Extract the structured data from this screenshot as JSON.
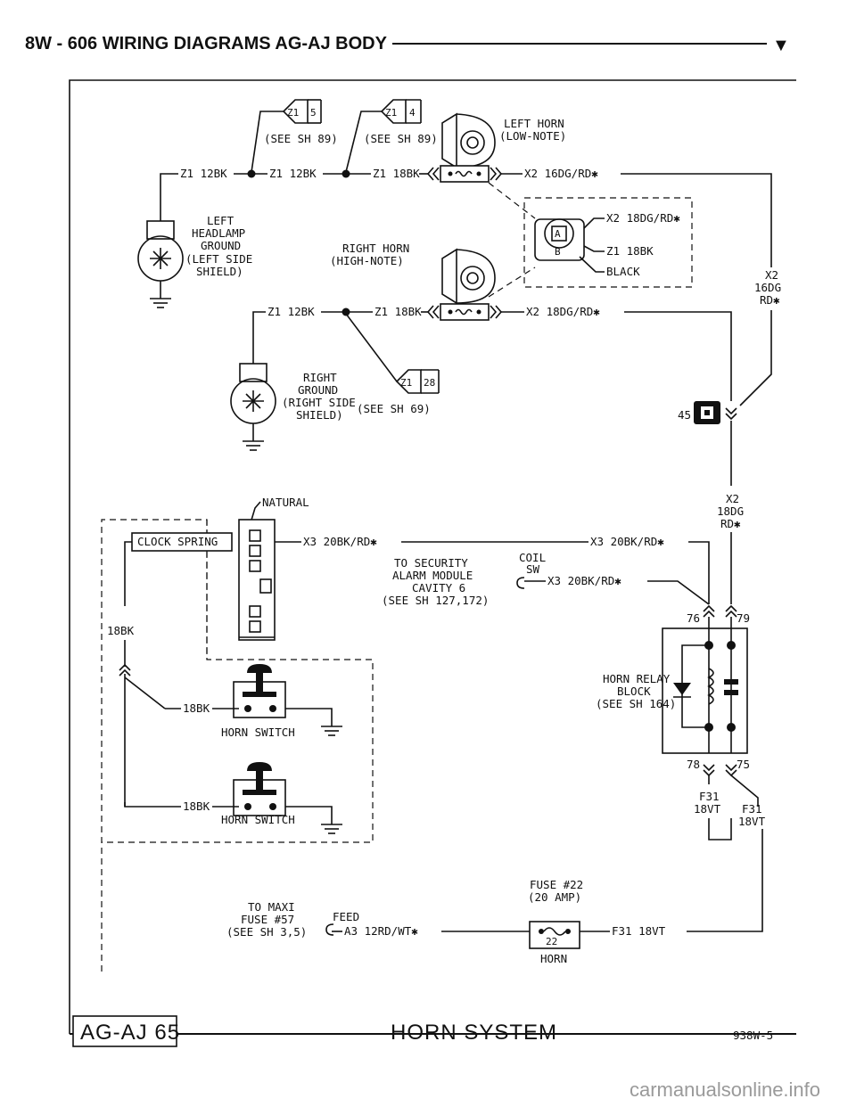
{
  "header": {
    "title": "8W - 606   WIRING DIAGRAMS AG-AJ BODY",
    "marker": "▼"
  },
  "left_horn": {
    "label": "LEFT HORN",
    "sub": "(LOW-NOTE)"
  },
  "right_horn": {
    "label": "RIGHT HORN",
    "sub": "(HIGH-NOTE)"
  },
  "splice_z1_5": {
    "code": "Z1",
    "num": "5",
    "ref": "(SEE SH 89)"
  },
  "splice_z1_4": {
    "code": "Z1",
    "num": "4",
    "ref": "(SEE SH 89)"
  },
  "splice_z1_28": {
    "code": "Z1",
    "num": "28",
    "ref": "(SEE SH 69)"
  },
  "wires": {
    "z1_12bk": "Z1 12BK",
    "z1_18bk": "Z1 18BK",
    "x2_16dg": "X2 16DG/RD✱",
    "x2_18dg": "X2 18DG/RD✱",
    "x3_20bk": "X3 20BK/RD✱",
    "a3_12rd": "A3 12RD/WT✱",
    "f31_18vt": "F31 18VT",
    "bk18": "18BK"
  },
  "connector_detail": {
    "x2": "X2 18DG/RD✱",
    "z1": "Z1 18BK",
    "color": "BLACK"
  },
  "left_ground": {
    "l1": "LEFT",
    "l2": "HEADLAMP",
    "l3": "GROUND",
    "l4": "(LEFT SIDE",
    "l5": "SHIELD)"
  },
  "right_ground": {
    "l1": "RIGHT",
    "l2": "GROUND",
    "l3": "(RIGHT SIDE",
    "l4": "SHIELD)"
  },
  "side_labels": {
    "x2": "X2",
    "g16": "16DG",
    "rd": "RD✱",
    "g18": "18DG"
  },
  "connector_45": "45",
  "clock_spring": {
    "label": "CLOCK SPRING",
    "natural": "NATURAL"
  },
  "security": {
    "l1": "TO SECURITY",
    "l2": "ALARM MODULE",
    "l3": "CAVITY 6",
    "l4": "(SEE SH 127,172)",
    "coil": "COIL",
    "sw": "SW"
  },
  "horn_relay": {
    "l1": "HORN RELAY",
    "l2": "BLOCK",
    "l3": "(SEE SH 164)"
  },
  "pins": {
    "p76": "76",
    "p79": "79",
    "p78": "78",
    "p75": "75"
  },
  "horn_switch": "HORN SWITCH",
  "fuse": {
    "l1": "FUSE #22",
    "l2": "(20 AMP)",
    "num": "22",
    "name": "HORN"
  },
  "maxi_fuse": {
    "l1": "TO MAXI",
    "l2": "FUSE #57",
    "l3": "(SEE SH 3,5)",
    "feed": "FEED"
  },
  "f31": {
    "f": "F31",
    "g": "18VT"
  },
  "footer": {
    "model": "AG-AJ 65",
    "title": "HORN SYSTEM",
    "code": "938W-5"
  },
  "watermark": "carmanualsonline.info"
}
